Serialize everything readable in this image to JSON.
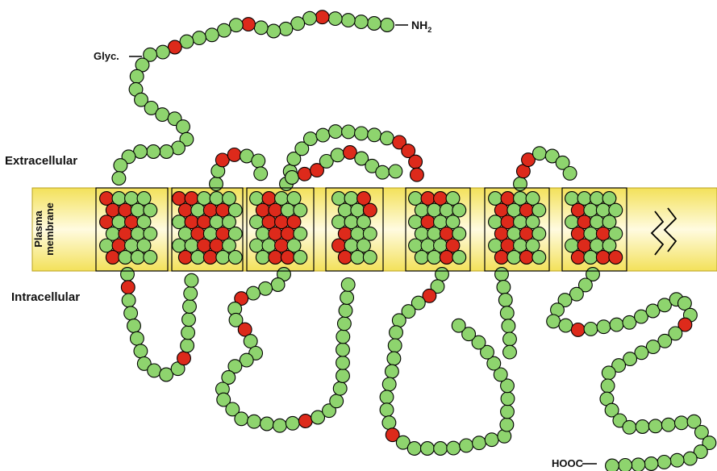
{
  "labels": {
    "n_terminus": "NH",
    "n_terminus_sub": "2",
    "c_terminus": "HOOC",
    "glycosylation": "Glyc.",
    "extracellular": "Extracellular",
    "intracellular": "Intracellular",
    "membrane_line1": "Plasma",
    "membrane_line2": "membrane"
  },
  "colors": {
    "residue_normal": "#8ed46e",
    "residue_highlight": "#dd2a1b",
    "membrane_band": "#f3e15a"
  },
  "transmembrane_segment_count": 7
}
